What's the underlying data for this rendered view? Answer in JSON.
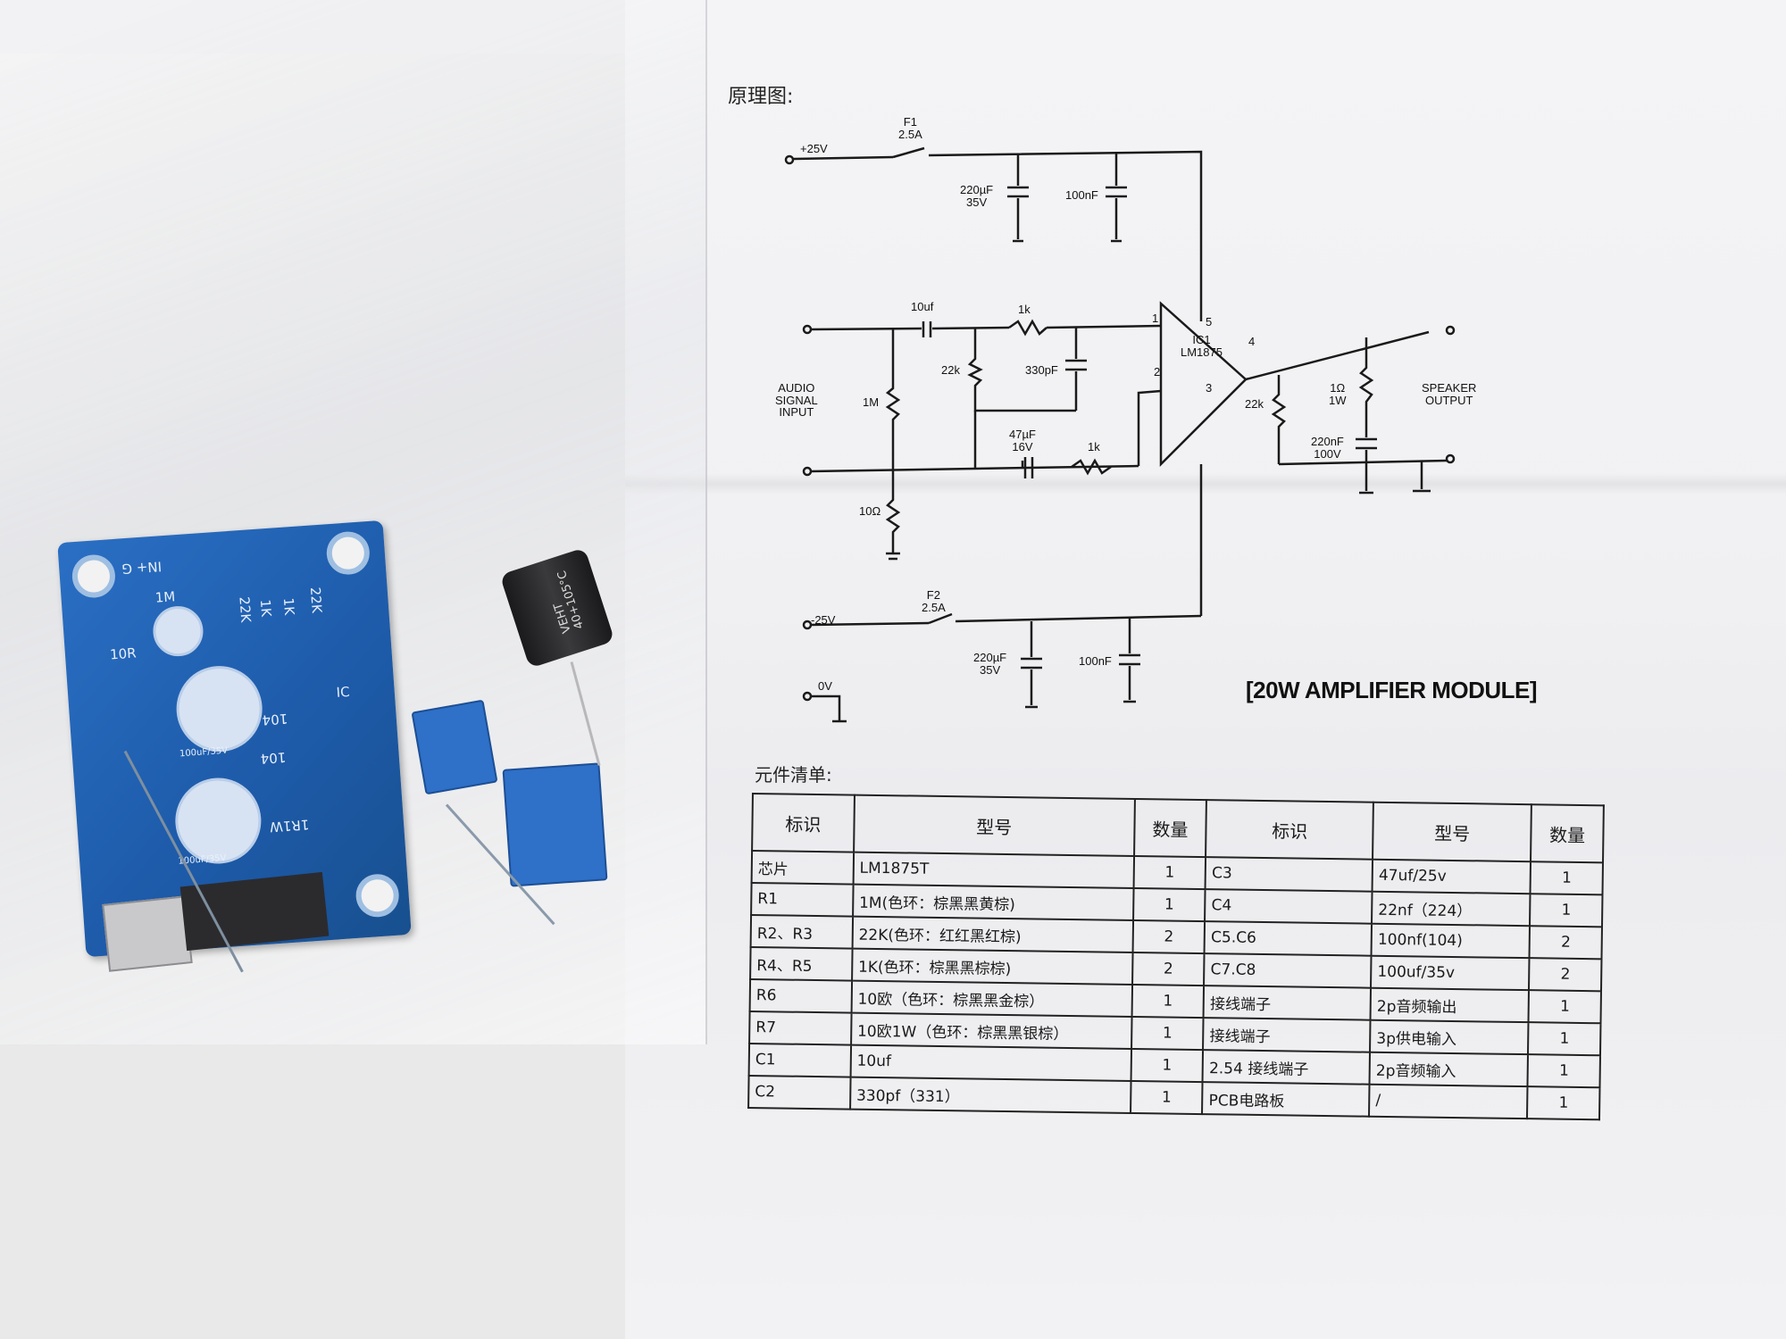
{
  "schematic": {
    "heading": "原理图:",
    "labels": [
      {
        "id": "plus25",
        "text": "+25V"
      },
      {
        "id": "f1",
        "text": "F1\n2.5A"
      },
      {
        "id": "c_top1",
        "text": "220µF\n35V"
      },
      {
        "id": "c_top2",
        "text": "100nF"
      },
      {
        "id": "c_in",
        "text": "10uf"
      },
      {
        "id": "r_1k_top",
        "text": "1k"
      },
      {
        "id": "ic",
        "text": "IC1\nLM1875"
      },
      {
        "id": "r_22k_a",
        "text": "22k"
      },
      {
        "id": "c_330",
        "text": "330pF"
      },
      {
        "id": "audio_in",
        "text": "AUDIO\nSIGNAL\nINPUT"
      },
      {
        "id": "r_1m",
        "text": "1M"
      },
      {
        "id": "c_47",
        "text": "47µF\n16V"
      },
      {
        "id": "r_1k_b",
        "text": "1k"
      },
      {
        "id": "r_22k_b",
        "text": "22k"
      },
      {
        "id": "r_1ohm",
        "text": "1Ω\n1W"
      },
      {
        "id": "c_220n",
        "text": "220nF\n100V"
      },
      {
        "id": "spk",
        "text": "SPEAKER\nOUTPUT"
      },
      {
        "id": "r_10",
        "text": "10Ω"
      },
      {
        "id": "minus25",
        "text": "-25V"
      },
      {
        "id": "f2",
        "text": "F2\n2.5A"
      },
      {
        "id": "c_bot1",
        "text": "220µF\n35V"
      },
      {
        "id": "c_bot2",
        "text": "100nF"
      },
      {
        "id": "zero",
        "text": "0V"
      },
      {
        "id": "pin1",
        "text": "1"
      },
      {
        "id": "pin2",
        "text": "2"
      },
      {
        "id": "pin3",
        "text": "3"
      },
      {
        "id": "pin4",
        "text": "4"
      },
      {
        "id": "pin5",
        "text": "5"
      }
    ],
    "module_title": "[20W AMPLIFIER MODULE]"
  },
  "bom": {
    "caption": "元件清单:",
    "headers": [
      "标识",
      "型号",
      "数量",
      "标识",
      "型号",
      "数量"
    ],
    "rows": [
      [
        "芯片",
        "LM1875T",
        "1",
        "C3",
        "47uf/25v",
        "1"
      ],
      [
        "R1",
        "1M(色环：棕黑黑黄棕)",
        "1",
        "C4",
        "22nf（224）",
        "1"
      ],
      [
        "R2、R3",
        "22K(色环：红红黑红棕)",
        "2",
        "C5.C6",
        "100nf(104)",
        "2"
      ],
      [
        "R4、R5",
        "1K(色环：棕黑黑棕棕)",
        "2",
        "C7.C8",
        "100uf/35v",
        "2"
      ],
      [
        "R6",
        "10欧（色环：棕黑黑金棕）",
        "1",
        "接线端子",
        "2p音频输出",
        "1"
      ],
      [
        "R7",
        "10欧1W（色环：棕黑黑银棕）",
        "1",
        "接线端子",
        "3p供电输入",
        "1"
      ],
      [
        "C1",
        "10uf",
        "1",
        "2.54 接线端子",
        "2p音频输入",
        "1"
      ],
      [
        "C2",
        "330pf（331）",
        "1",
        "PCB电路板",
        "/",
        "1"
      ]
    ]
  },
  "pcb": {
    "silk": [
      "1M",
      "22K",
      "22K",
      "1K",
      "1K",
      "10R",
      "104",
      "104",
      "1R1W",
      "IC",
      "100uF/35V",
      "100uF/35V",
      "IN+ G"
    ]
  },
  "capacitor": {
    "text": "VEHT 40+105°C"
  },
  "colors": {
    "pcb": "#1d5aa8",
    "paper": "#f2f2f4",
    "ink": "#111111"
  }
}
